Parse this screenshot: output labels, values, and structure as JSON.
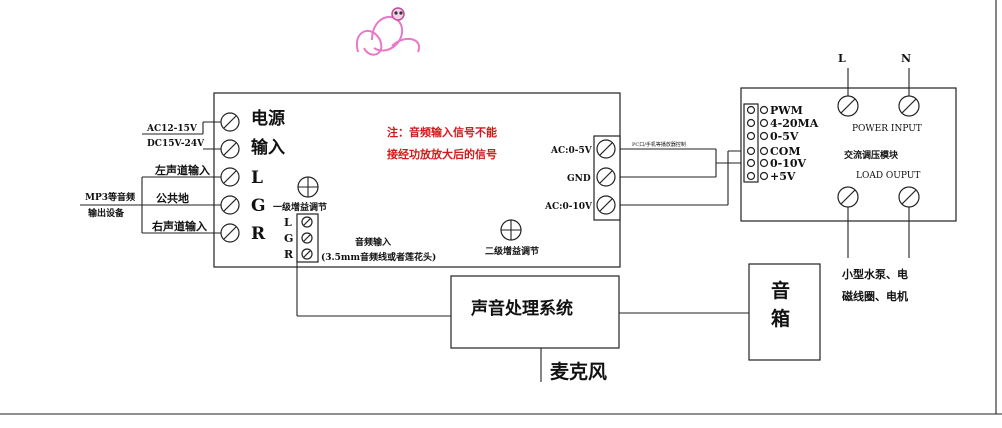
{
  "main_module": {
    "power_label_1": "电源",
    "power_label_2": "输入",
    "pin_l": "L",
    "pin_g": "G",
    "pin_r": "R",
    "supply_1": "AC12-15V",
    "supply_2": "DC15V-24V",
    "left_channel": "左声道输入",
    "common_ground": "公共地",
    "right_channel": "右声道输入",
    "note_1": "注：音频输入信号不能",
    "note_2": "接经功放放大后的信号",
    "gain1_label": "一级增益调节",
    "small_l": "L",
    "small_g": "G",
    "small_r": "R",
    "audio_in_1": "音频输入",
    "audio_in_2": "(3.5mm音频线或者莲花头)",
    "gain2_label": "二级增益调节",
    "out_1": "AC:0-5V",
    "out_2": "GND",
    "out_3": "AC:0-10V",
    "out_note": "PC口/手机等播放器控制"
  },
  "mp3_source": {
    "line_1": "MP3等音频",
    "line_2": "输出设备"
  },
  "sound_system": {
    "label": "声音处理系统"
  },
  "microphone": {
    "label": "麦克风"
  },
  "speaker": {
    "label_1": "音",
    "label_2": "箱"
  },
  "ac_module": {
    "pins": [
      "PWM",
      "4-20MA",
      "0-5V",
      "COM",
      "0-10V",
      "+5V"
    ],
    "power_input": "POWER INPUT",
    "title": "交流调压模块",
    "load_output": "LOAD OUPUT",
    "mains_l": "L",
    "mains_n": "N"
  },
  "load_note": {
    "line_1": "小型水泵、电",
    "line_2": "磁线圈、电机"
  },
  "colors": {
    "note_red": "#d11a1a",
    "logo_pink": "#e879c8"
  }
}
